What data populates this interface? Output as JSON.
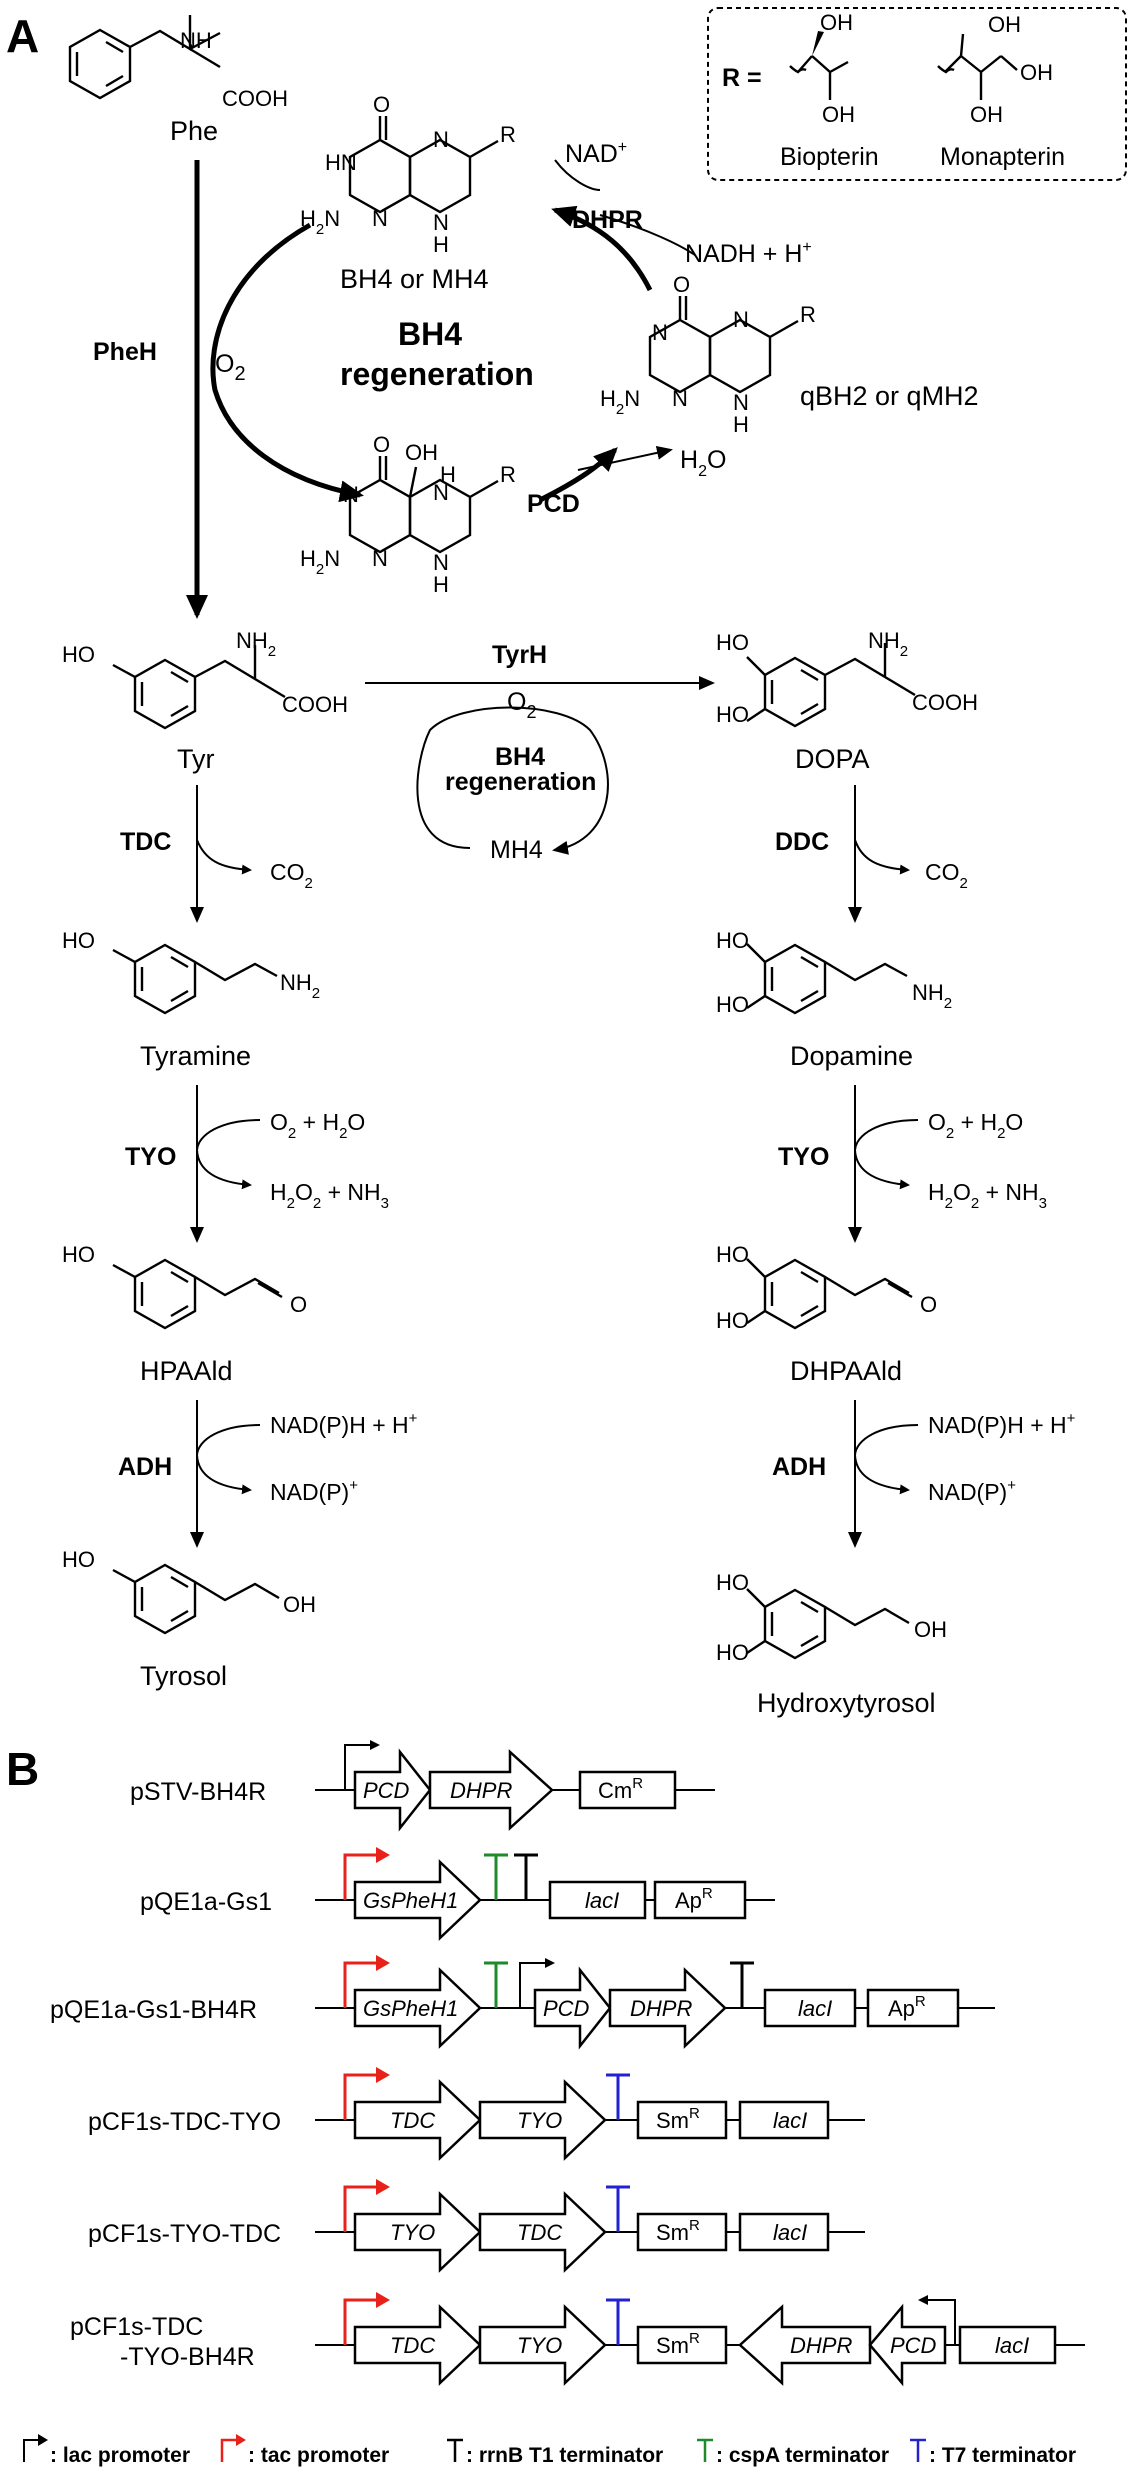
{
  "panels": {
    "a": "A",
    "b": "B"
  },
  "legend_box": {
    "r_eq": "R =",
    "biopterin": "Biopterin",
    "monapterin": "Monapterin"
  },
  "atoms": {
    "oh": "OH",
    "ho": "HO",
    "o": "O",
    "n": "N",
    "h": "H",
    "hn": "HN",
    "nh": "NH",
    "r": "R",
    "cooh": "COOH",
    "nh2": "NH",
    "h2n": "H",
    "two": "2"
  },
  "compounds": {
    "phe": "Phe",
    "tyr": "Tyr",
    "dopa": "DOPA",
    "tyramine": "Tyramine",
    "dopamine": "Dopamine",
    "hpaald": "HPAAld",
    "dhpaald": "DHPAAld",
    "tyrosol": "Tyrosol",
    "hydroxytyrosol": "Hydroxytyrosol",
    "bh4": "BH4 or MH4",
    "qbh2": "qBH2 or qMH2",
    "mh4": "MH4"
  },
  "enzymes": {
    "pheh": "PheH",
    "dhpr": "DHPR",
    "pcd": "PCD",
    "tyrh": "TyrH",
    "tdc": "TDC",
    "ddc": "DDC",
    "tyo": "TYO",
    "adh": "ADH"
  },
  "regen": {
    "line1": "BH4",
    "line2": "regeneration"
  },
  "cofactors": {
    "nad_plus": "NAD",
    "nadh": "NADH + H",
    "o2": "O",
    "h2o": "H",
    "h2o_o": "O",
    "co2": "CO",
    "o2h2o_a": "O",
    "o2h2o_b": " + H",
    "o2h2o_c": "O",
    "h2o2nh3_a": "H",
    "h2o2nh3_b": "O",
    "h2o2nh3_c": " + NH",
    "h2o2nh3_d": "3",
    "nadph": "NAD(P)H + H",
    "nadp": "NAD(P)",
    "plus": "+"
  },
  "plasmids": [
    {
      "name": "pSTV-BH4R"
    },
    {
      "name": "pQE1a-Gs1"
    },
    {
      "name": "pQE1a-Gs1-BH4R"
    },
    {
      "name": "pCF1s-TDC-TYO"
    },
    {
      "name": "pCF1s-TYO-TDC"
    },
    {
      "name": "pCF1s-TDC",
      "name2": "-TYO-BH4R"
    }
  ],
  "genes": {
    "pcd": "PCD",
    "dhpr": "DHPR",
    "cm": "Cm",
    "gsphe": "GsPheH1",
    "lacl": "lacI",
    "ap": "Ap",
    "tdc": "TDC",
    "tyo": "TYO",
    "sm": "Sm",
    "rsup": "R"
  },
  "legend": {
    "lac": ": lac promoter",
    "tac": ": tac promoter",
    "rrnb": ": rrnB T1 terminator",
    "cspa": ": cspA terminator",
    "t7": ": T7 terminator"
  },
  "colors": {
    "tac": "#e8221b",
    "cspa": "#1e8a2a",
    "t7": "#2222d0",
    "black": "#000000"
  }
}
